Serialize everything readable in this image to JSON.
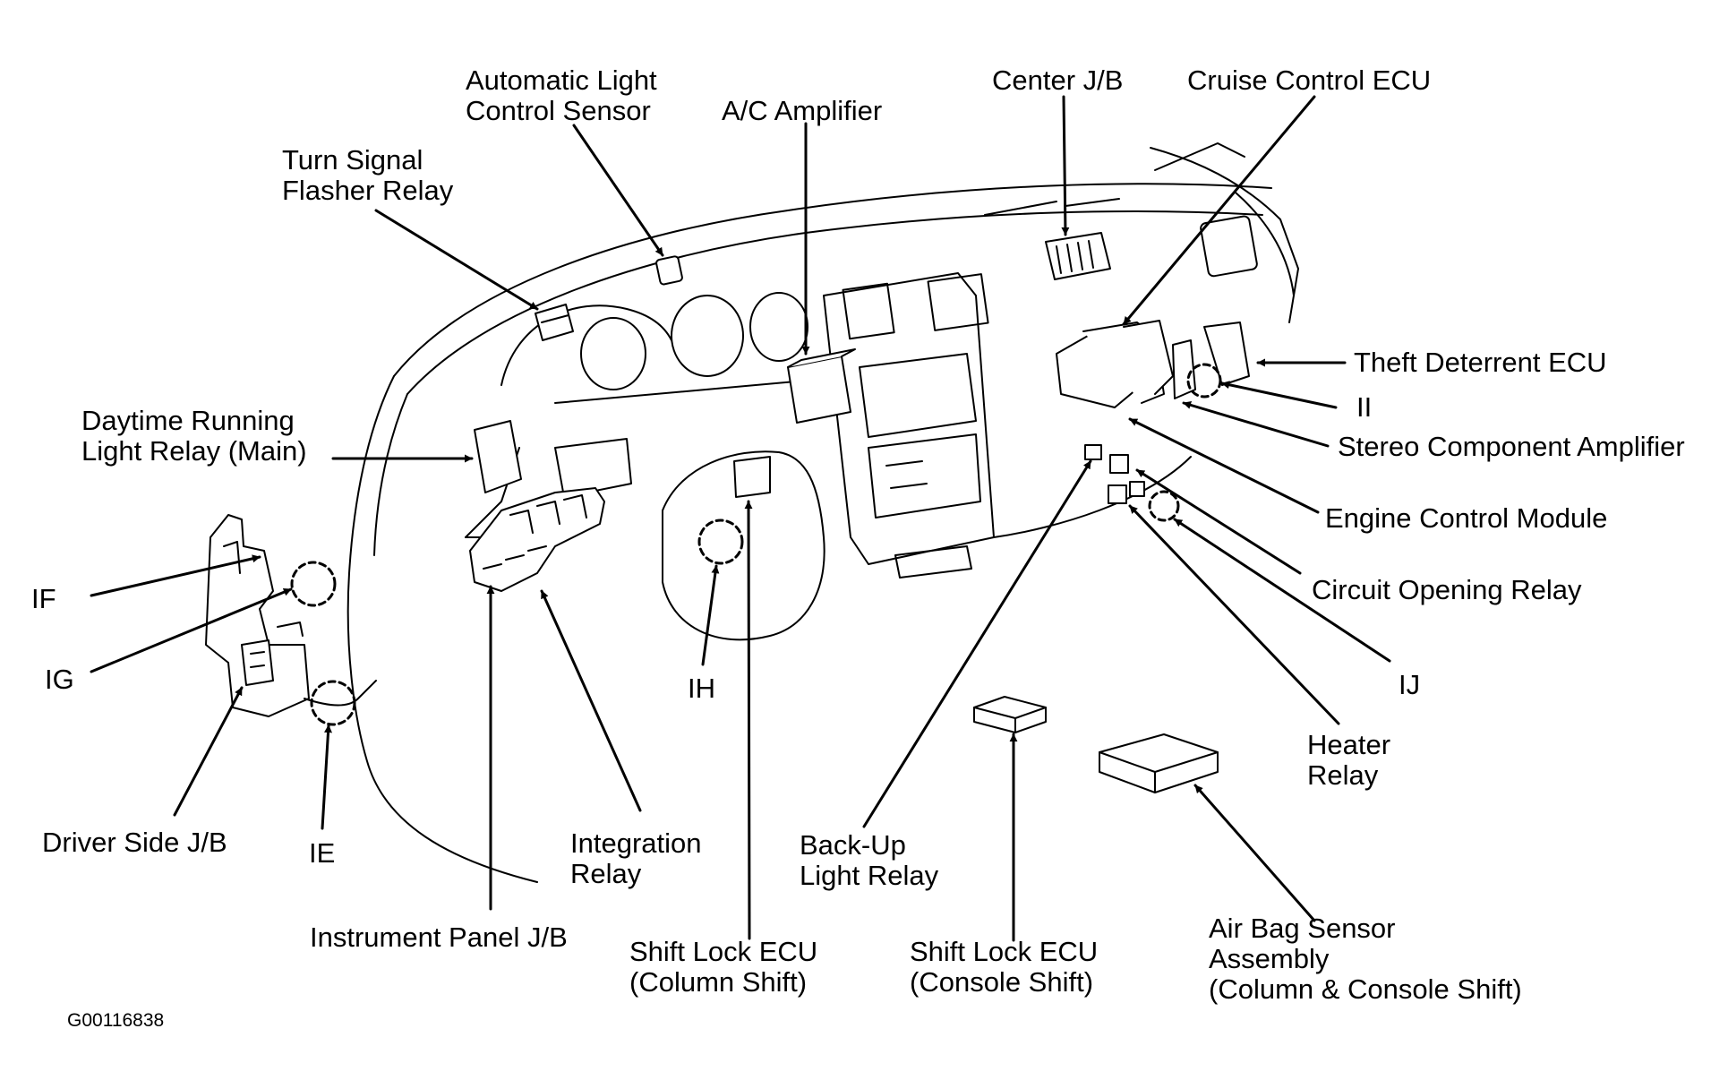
{
  "labels": {
    "auto_light": [
      "Automatic Light",
      "Control Sensor"
    ],
    "ac_amp": [
      "A/C Amplifier"
    ],
    "center_jb": [
      "Center J/B"
    ],
    "cruise_ecu": [
      "Cruise Control ECU"
    ],
    "turn_signal": [
      "Turn Signal",
      "Flasher Relay"
    ],
    "theft_ecu": [
      "Theft Deterrent ECU"
    ],
    "ii": [
      "II"
    ],
    "stereo_amp": [
      "Stereo Component Amplifier"
    ],
    "drl_relay": [
      "Daytime Running",
      "Light Relay (Main)"
    ],
    "ecm": [
      "Engine Control Module"
    ],
    "circuit_relay": [
      "Circuit Opening Relay"
    ],
    "if": [
      "IF"
    ],
    "ig": [
      "IG"
    ],
    "ih": [
      "IH"
    ],
    "ij": [
      "IJ"
    ],
    "heater_relay": [
      "Heater",
      "Relay"
    ],
    "driver_jb": [
      "Driver Side J/B"
    ],
    "ie": [
      "IE"
    ],
    "integration_relay": [
      "Integration",
      "Relay"
    ],
    "backup_relay": [
      "Back-Up",
      "Light Relay"
    ],
    "ip_jb": [
      "Instrument Panel J/B"
    ],
    "shift_lock_col": [
      "Shift Lock ECU",
      "(Column Shift)"
    ],
    "shift_lock_con": [
      "Shift Lock ECU",
      "(Console Shift)"
    ],
    "airbag": [
      "Air Bag Sensor",
      "Assembly",
      "(Column & Console Shift)"
    ]
  },
  "figure_id": "G00116838"
}
